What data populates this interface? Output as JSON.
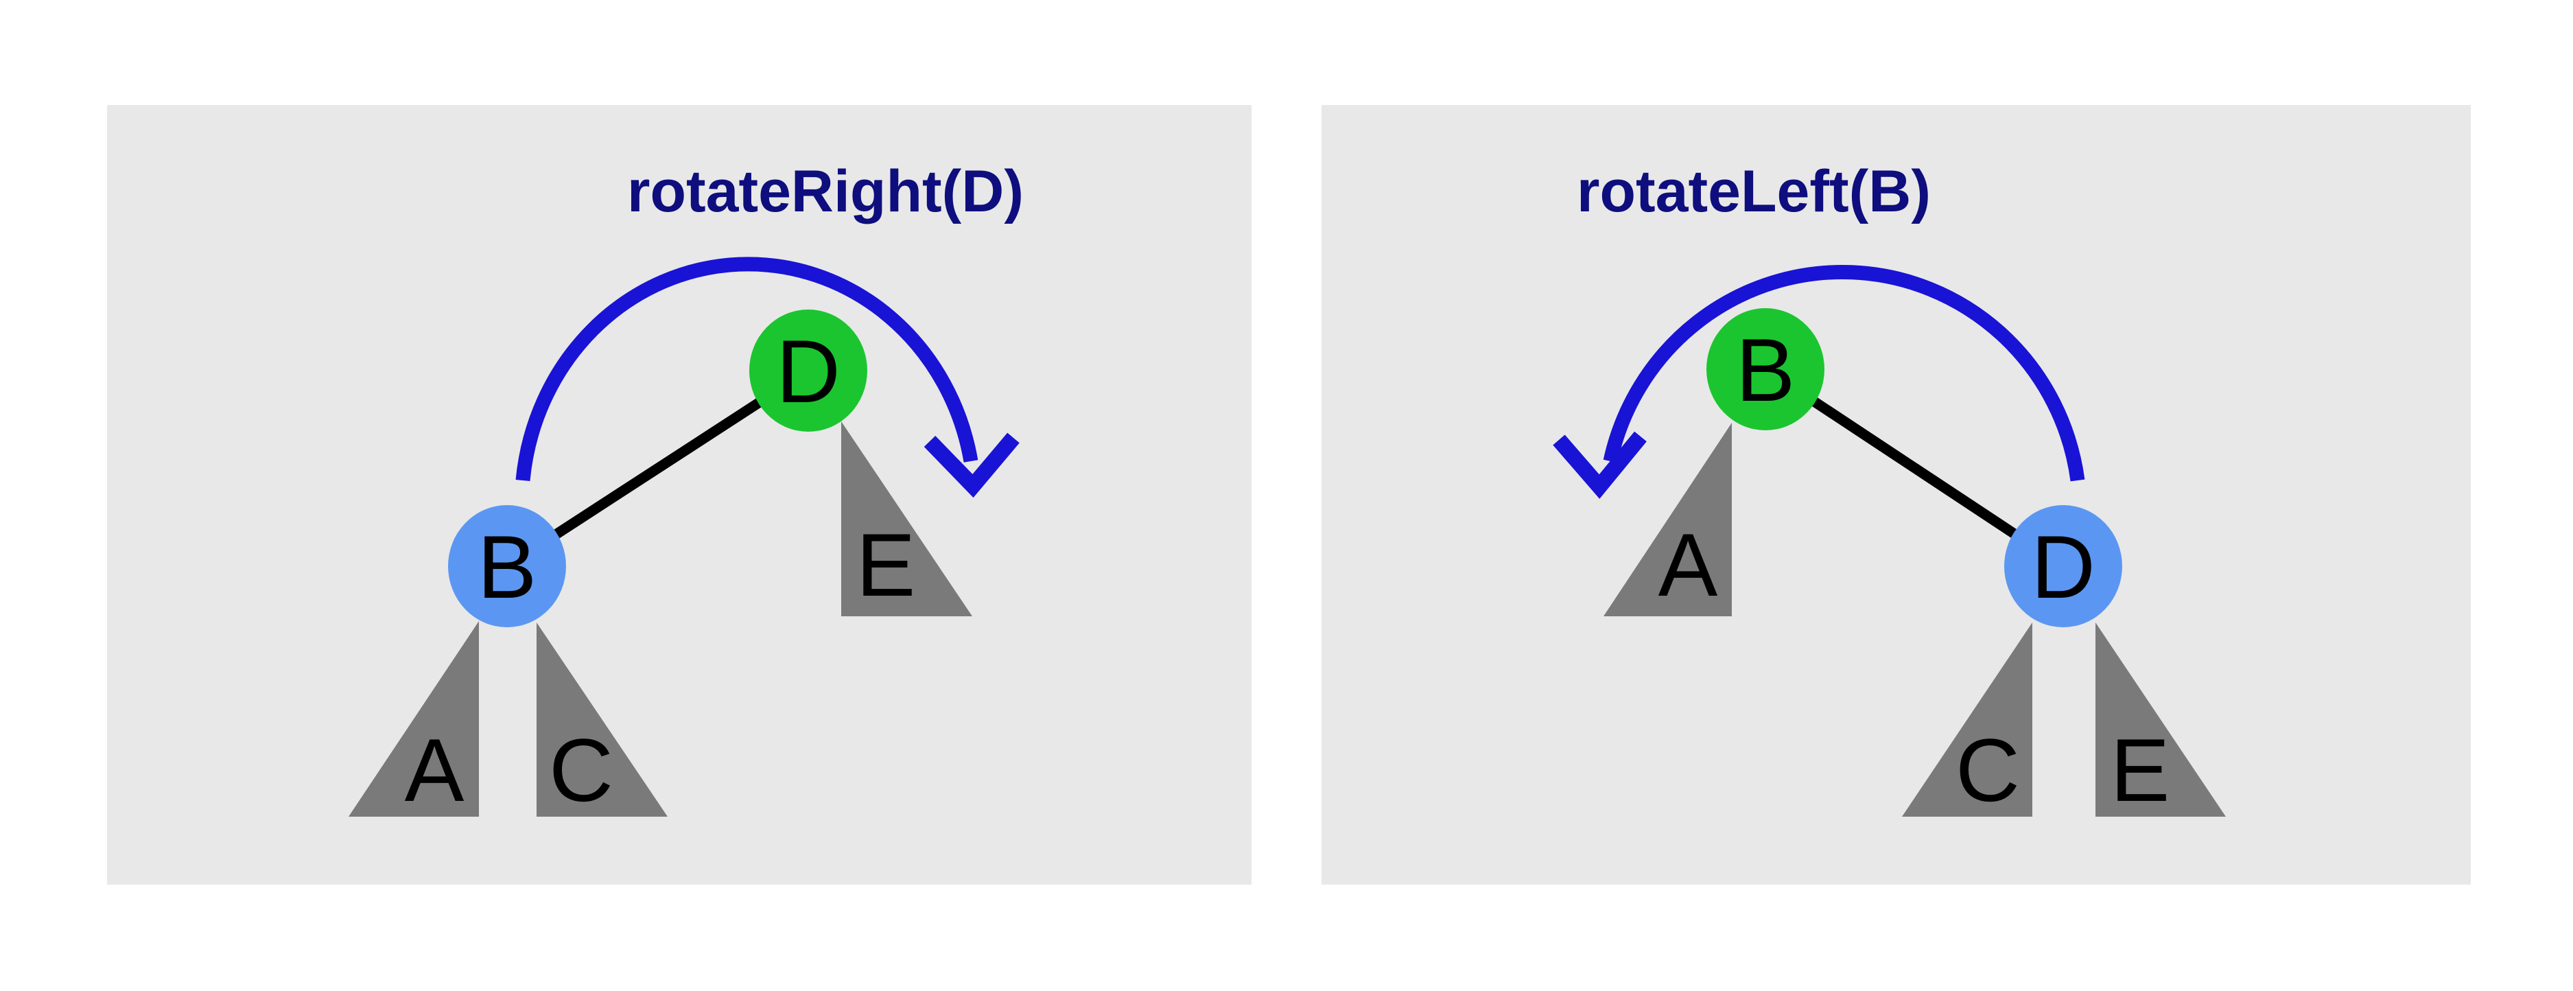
{
  "colors": {
    "panel_bg": "#e8e8e8",
    "title_navy": "#0e0e7e",
    "arrow_blue": "#1913d6",
    "green_node": "#1bc52f",
    "blue_node": "#5b97f2",
    "triangle_gray": "#7a7a7a",
    "edge_black": "#000000",
    "letter_black": "#000000"
  },
  "left_panel": {
    "title": "rotateRight(D)",
    "rotation_direction": "clockwise",
    "root_node": "D",
    "child_node": "B",
    "subtrees": {
      "a": "A",
      "c": "C",
      "e": "E"
    }
  },
  "right_panel": {
    "title": "rotateLeft(B)",
    "rotation_direction": "counterclockwise",
    "root_node": "B",
    "child_node": "D",
    "subtrees": {
      "a": "A",
      "c": "C",
      "e": "E"
    }
  }
}
